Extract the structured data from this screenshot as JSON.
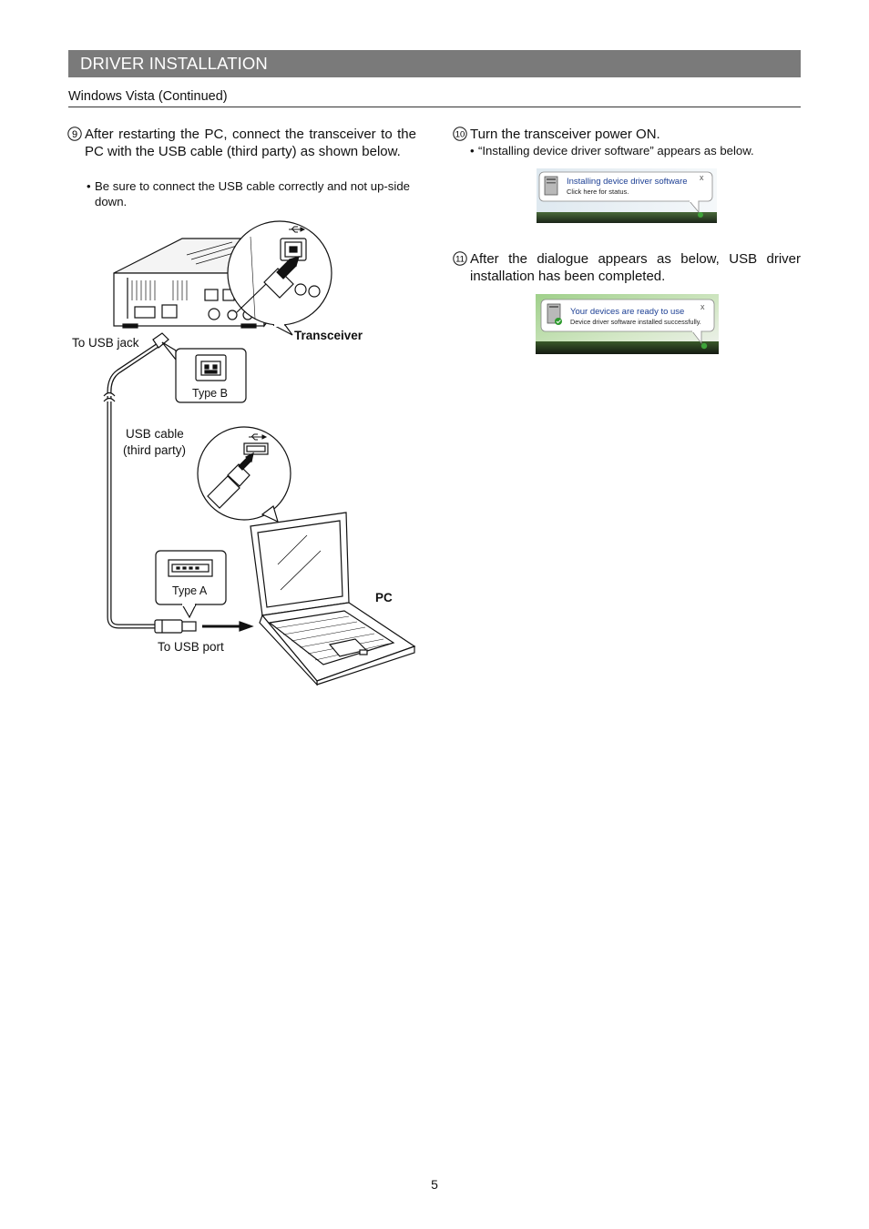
{
  "header": {
    "title": "DRIVER INSTALLATION"
  },
  "subtitle": "Windows Vista (Continued)",
  "steps": [
    {
      "number": "9",
      "text": "After restarting the PC, connect the transceiver to the PC with the USB cable (third party) as shown below.",
      "note": "Be sure to connect the USB cable correctly and not up-side down."
    },
    {
      "number": "10",
      "text": "Turn the transceiver power ON.",
      "note": "“Installing device driver software” appears as below."
    },
    {
      "number": "11",
      "text": "After the dialogue appears as below, USB driver installation has been completed."
    }
  ],
  "diagram": {
    "to_usb_jack": "To USB jack",
    "transceiver": "Transceiver",
    "type_b": "Type B",
    "usb_cable_line1": "USB cable",
    "usb_cable_line2": "(third party)",
    "type_a": "Type A",
    "pc": "PC",
    "to_usb_port": "To USB port"
  },
  "popups": [
    {
      "title": "Installing device driver software",
      "subtitle": "Click here for status.",
      "close": "x"
    },
    {
      "title": "Your devices are ready to use",
      "subtitle": "Device driver software installed successfully.",
      "close": "x"
    }
  ],
  "page_number": "5",
  "colors": {
    "header_bar": "#7a7a7a",
    "popup_title": "#1c3f94",
    "taskbar": "#2b3a2a"
  }
}
